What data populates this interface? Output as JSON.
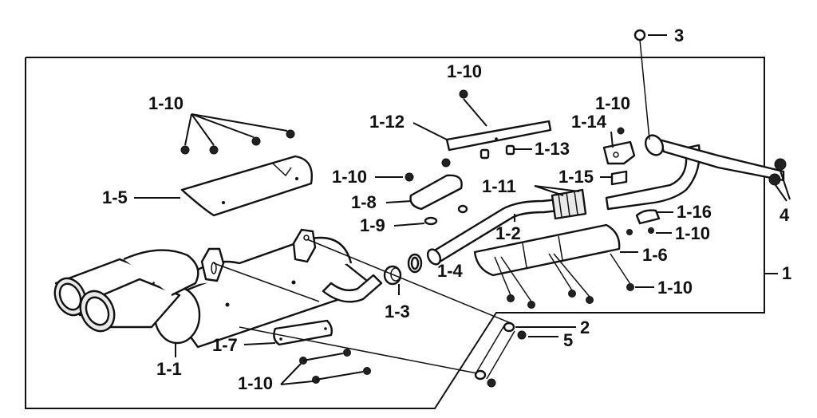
{
  "diagram": {
    "labels": {
      "part_1": "1",
      "part_1_1": "1-1",
      "part_1_2": "1-2",
      "part_1_3": "1-3",
      "part_1_4": "1-4",
      "part_1_5": "1-5",
      "part_1_6": "1-6",
      "part_1_7": "1-7",
      "part_1_8": "1-8",
      "part_1_9": "1-9",
      "part_1_10": "1-10",
      "part_1_11": "1-11",
      "part_1_12": "1-12",
      "part_1_13": "1-13",
      "part_1_14": "1-14",
      "part_1_15": "1-15",
      "part_1_16": "1-16",
      "part_2": "2",
      "part_3": "3",
      "part_4": "4",
      "part_5": "5"
    }
  }
}
